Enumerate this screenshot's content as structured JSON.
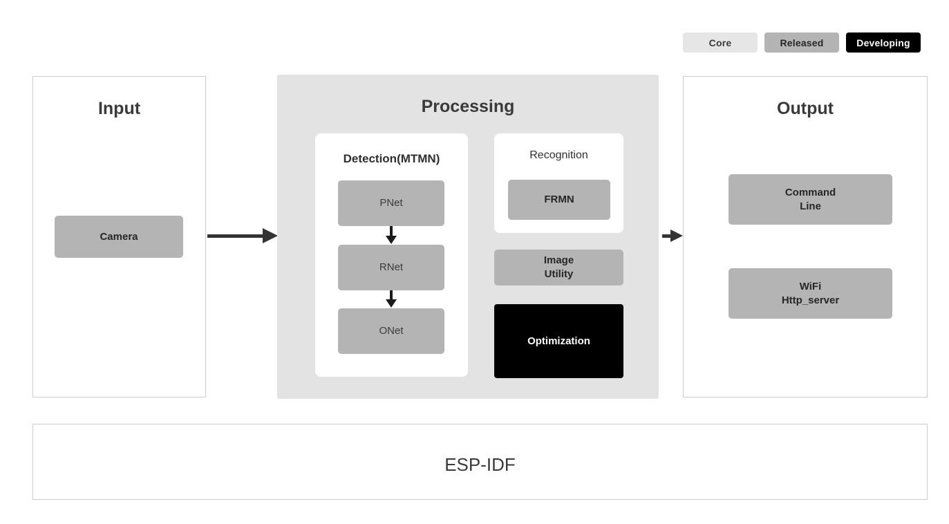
{
  "legend": {
    "items": [
      {
        "label": "Core",
        "color": "#e6e6e6"
      },
      {
        "label": "Released",
        "color": "#b4b4b4"
      },
      {
        "label": "Developing",
        "color": "#000000"
      }
    ]
  },
  "input": {
    "title": "Input",
    "nodes": [
      {
        "label": "Camera",
        "status": "Released"
      }
    ]
  },
  "processing": {
    "title": "Processing",
    "detection": {
      "title": "Detection(MTMN)",
      "nodes": [
        {
          "label": "PNet",
          "status": "Released"
        },
        {
          "label": "RNet",
          "status": "Released"
        },
        {
          "label": "ONet",
          "status": "Released"
        }
      ]
    },
    "recognition": {
      "title": "Recognition",
      "nodes": [
        {
          "label": "FRMN",
          "status": "Released"
        }
      ]
    },
    "extras": [
      {
        "label_line1": "Image",
        "label_line2": "Utility",
        "status": "Released"
      },
      {
        "label": "Optimization",
        "status": "Developing"
      }
    ]
  },
  "output": {
    "title": "Output",
    "nodes": [
      {
        "label_line1": "Command",
        "label_line2": "Line",
        "status": "Released"
      },
      {
        "label_line1": "WiFi",
        "label_line2": "Http_server",
        "status": "Released"
      }
    ]
  },
  "foundation": {
    "label": "ESP-IDF"
  }
}
